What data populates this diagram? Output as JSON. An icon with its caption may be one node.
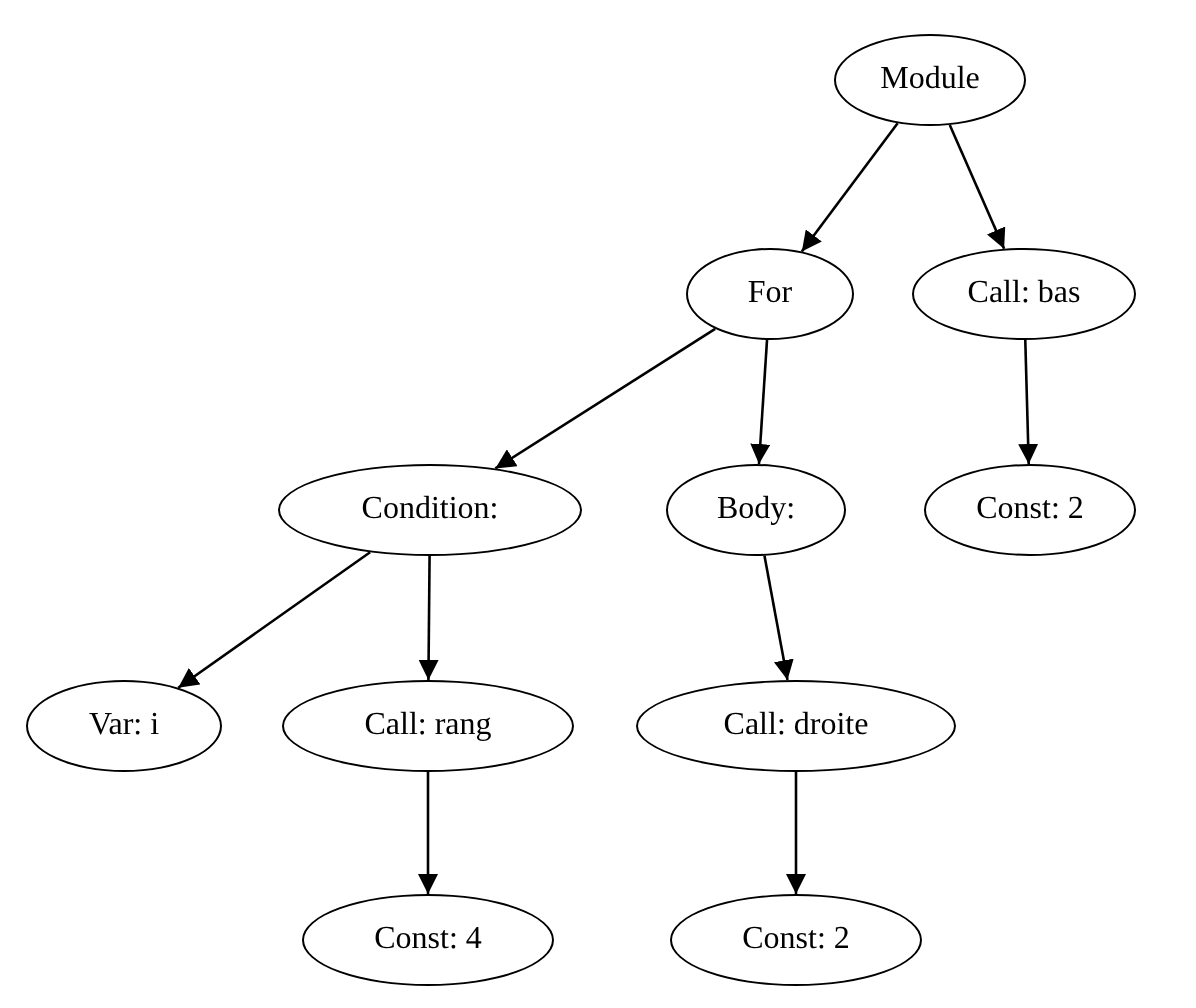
{
  "diagram": {
    "nodes": [
      {
        "text": [
          "Module"
        ]
      },
      {
        "text": [
          "For"
        ]
      },
      {
        "text": [
          "Call: bas"
        ]
      },
      {
        "text": [
          "Condition:"
        ]
      },
      {
        "text": [
          "Body:"
        ]
      },
      {
        "text": [
          "Const: 2"
        ]
      },
      {
        "text": [
          "Var: i"
        ]
      },
      {
        "text": [
          "Call: rang"
        ]
      },
      {
        "text": [
          "Call: droite"
        ]
      },
      {
        "text": [
          "Const: 4"
        ]
      },
      {
        "text": [
          "Const: 2"
        ]
      }
    ],
    "edges": [
      {
        "from": 0,
        "to": 1,
        "arrow": "to"
      },
      {
        "from": 0,
        "to": 2,
        "arrow": "to"
      },
      {
        "from": 1,
        "to": 3,
        "arrow": "to"
      },
      {
        "from": 1,
        "to": 4,
        "arrow": "to"
      },
      {
        "from": 2,
        "to": 5,
        "arrow": "to"
      },
      {
        "from": 3,
        "to": 6,
        "arrow": "to"
      },
      {
        "from": 3,
        "to": 7,
        "arrow": "to"
      },
      {
        "from": 4,
        "to": 8,
        "arrow": "to"
      },
      {
        "from": 7,
        "to": 9,
        "arrow": "to"
      },
      {
        "from": 8,
        "to": 10,
        "arrow": "to"
      }
    ]
  }
}
